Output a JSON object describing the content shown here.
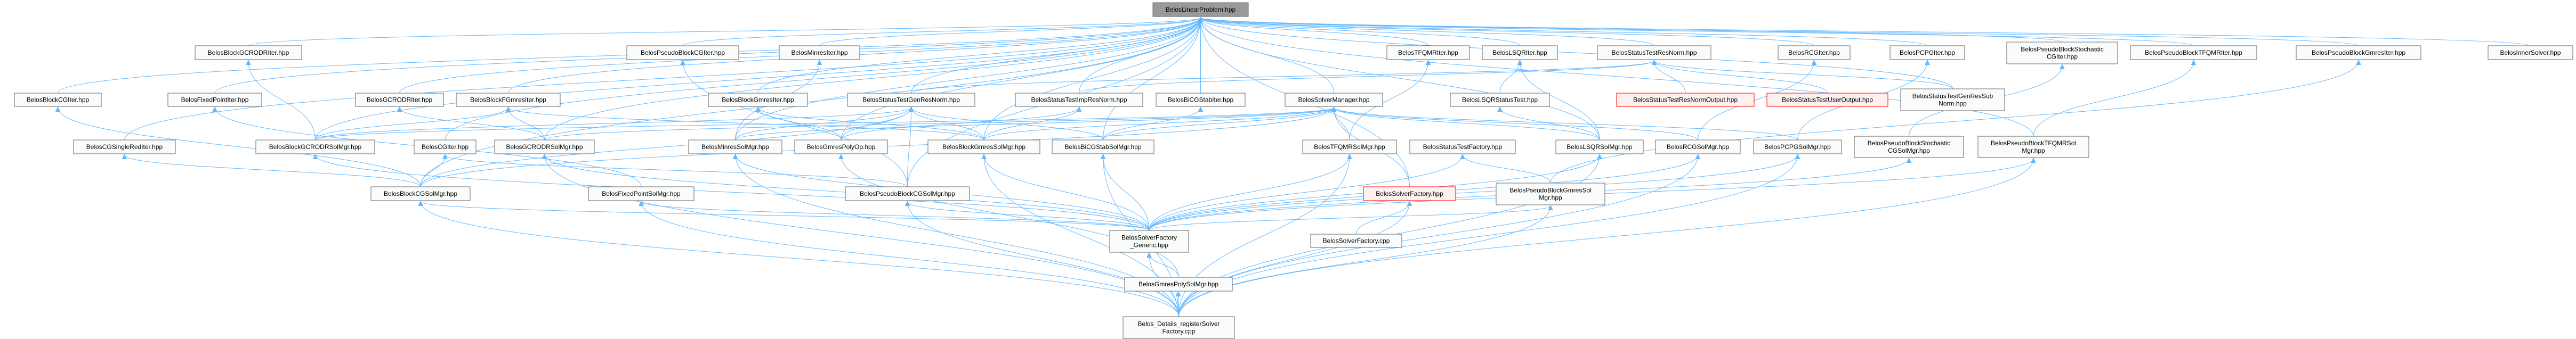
{
  "graph": {
    "root": "linear_problem",
    "colors": {
      "edge": "#63b8ff",
      "root_fill": "#999999",
      "node_fill": "#fafbfb",
      "node_border": "#666666",
      "missing_border": "#ff0000"
    },
    "nodes": {
      "linear_problem": {
        "lines": [
          "BelosLinearProblem.hpp"
        ],
        "style": "root"
      },
      "block_gcrodr_iter": {
        "lines": [
          "BelosBlockGCRODRIter.hpp"
        ]
      },
      "pseudo_block_cg_iter": {
        "lines": [
          "BelosPseudoBlockCGIter.hpp"
        ]
      },
      "minres_iter": {
        "lines": [
          "BelosMinresIter.hpp"
        ]
      },
      "tfqmr_iter": {
        "lines": [
          "BelosTFQMRIter.hpp"
        ]
      },
      "lsqr_iter": {
        "lines": [
          "BelosLSQRIter.hpp"
        ]
      },
      "status_test_res_norm": {
        "lines": [
          "BelosStatusTestResNorm.hpp"
        ]
      },
      "rcg_iter": {
        "lines": [
          "BelosRCGIter.hpp"
        ]
      },
      "pcpg_iter": {
        "lines": [
          "BelosPCPGIter.hpp"
        ]
      },
      "pseudo_block_stochastic_cg_iter": {
        "lines": [
          "BelosPseudoBlockStochastic",
          "CGIter.hpp"
        ]
      },
      "pseudo_block_tfqmr_iter": {
        "lines": [
          "BelosPseudoBlockTFQMRIter.hpp"
        ]
      },
      "pseudo_block_gmres_iter": {
        "lines": [
          "BelosPseudoBlockGmresIter.hpp"
        ]
      },
      "inner_solver": {
        "lines": [
          "BelosInnerSolver.hpp"
        ]
      },
      "block_cg_iter": {
        "lines": [
          "BelosBlockCGIter.hpp"
        ]
      },
      "fixed_point_iter": {
        "lines": [
          "BelosFixedPointIter.hpp"
        ]
      },
      "gcrodr_iter": {
        "lines": [
          "BelosGCRODRIter.hpp"
        ]
      },
      "block_fgmres_iter": {
        "lines": [
          "BelosBlockFGmresIter.hpp"
        ]
      },
      "block_gmres_iter": {
        "lines": [
          "BelosBlockGmresIter.hpp"
        ]
      },
      "status_test_gen_res_norm": {
        "lines": [
          "BelosStatusTestGenResNorm.hpp"
        ]
      },
      "status_test_imp_res_norm": {
        "lines": [
          "BelosStatusTestImpResNorm.hpp"
        ]
      },
      "bicgstab_iter": {
        "lines": [
          "BelosBiCGStabIter.hpp"
        ]
      },
      "solver_manager": {
        "lines": [
          "BelosSolverManager.hpp"
        ]
      },
      "lsqr_status_test": {
        "lines": [
          "BelosLSQRStatusTest.hpp"
        ]
      },
      "status_test_res_norm_output": {
        "lines": [
          "BelosStatusTestResNormOutput.hpp"
        ],
        "style": "red"
      },
      "status_test_user_output": {
        "lines": [
          "BelosStatusTestUserOutput.hpp"
        ],
        "style": "red"
      },
      "status_test_gen_res_sub_norm": {
        "lines": [
          "BelosStatusTestGenResSub",
          "Norm.hpp"
        ]
      },
      "cg_single_red_iter": {
        "lines": [
          "BelosCGSingleRedIter.hpp"
        ]
      },
      "block_gcrodr_sol_mgr": {
        "lines": [
          "BelosBlockGCRODRSolMgr.hpp"
        ]
      },
      "cg_iter": {
        "lines": [
          "BelosCGIter.hpp"
        ]
      },
      "gcrodr_sol_mgr": {
        "lines": [
          "BelosGCRODRSolMgr.hpp"
        ]
      },
      "minres_sol_mgr": {
        "lines": [
          "BelosMinresSolMgr.hpp"
        ]
      },
      "gmres_poly_op": {
        "lines": [
          "BelosGmresPolyOp.hpp"
        ]
      },
      "block_gmres_sol_mgr": {
        "lines": [
          "BelosBlockGmresSolMgr.hpp"
        ]
      },
      "bicgstab_sol_mgr": {
        "lines": [
          "BelosBiCGStabSolMgr.hpp"
        ]
      },
      "tfqmr_sol_mgr": {
        "lines": [
          "BelosTFQMRSolMgr.hpp"
        ]
      },
      "status_test_factory": {
        "lines": [
          "BelosStatusTestFactory.hpp"
        ]
      },
      "lsqr_sol_mgr": {
        "lines": [
          "BelosLSQRSolMgr.hpp"
        ]
      },
      "rcg_sol_mgr": {
        "lines": [
          "BelosRCGSolMgr.hpp"
        ]
      },
      "pcpg_sol_mgr": {
        "lines": [
          "BelosPCPGSolMgr.hpp"
        ]
      },
      "pseudo_block_stochastic_cg_sol_mgr": {
        "lines": [
          "BelosPseudoBlockStochastic",
          "CGSolMgr.hpp"
        ]
      },
      "pseudo_block_tfqmr_sol_mgr": {
        "lines": [
          "BelosPseudoBlockTFQMRSol",
          "Mgr.hpp"
        ]
      },
      "block_cg_sol_mgr": {
        "lines": [
          "BelosBlockCGSolMgr.hpp"
        ]
      },
      "fixed_point_sol_mgr": {
        "lines": [
          "BelosFixedPointSolMgr.hpp"
        ]
      },
      "pseudo_block_cg_sol_mgr": {
        "lines": [
          "BelosPseudoBlockCGSolMgr.hpp"
        ]
      },
      "solver_factory_hpp": {
        "lines": [
          "BelosSolverFactory.hpp"
        ],
        "style": "red"
      },
      "pseudo_block_gmres_sol_mgr": {
        "lines": [
          "BelosPseudoBlockGmresSol",
          "Mgr.hpp"
        ]
      },
      "solver_factory_generic": {
        "lines": [
          "BelosSolverFactory",
          "_Generic.hpp"
        ]
      },
      "solver_factory_cpp": {
        "lines": [
          "BelosSolverFactory.cpp"
        ]
      },
      "gmres_poly_sol_mgr": {
        "lines": [
          "BelosGmresPolySolMgr.hpp"
        ]
      },
      "details_register": {
        "lines": [
          "Belos_Details_registerSolver",
          "Factory.cpp"
        ]
      }
    },
    "edges": [
      [
        "block_gcrodr_iter",
        "linear_problem"
      ],
      [
        "pseudo_block_cg_iter",
        "linear_problem"
      ],
      [
        "minres_iter",
        "linear_problem"
      ],
      [
        "tfqmr_iter",
        "linear_problem"
      ],
      [
        "lsqr_iter",
        "linear_problem"
      ],
      [
        "status_test_res_norm",
        "linear_problem"
      ],
      [
        "rcg_iter",
        "linear_problem"
      ],
      [
        "pcpg_iter",
        "linear_problem"
      ],
      [
        "pseudo_block_stochastic_cg_iter",
        "linear_problem"
      ],
      [
        "pseudo_block_tfqmr_iter",
        "linear_problem"
      ],
      [
        "pseudo_block_gmres_iter",
        "linear_problem"
      ],
      [
        "inner_solver",
        "linear_problem"
      ],
      [
        "block_cg_iter",
        "linear_problem"
      ],
      [
        "fixed_point_iter",
        "linear_problem"
      ],
      [
        "gcrodr_iter",
        "linear_problem"
      ],
      [
        "block_fgmres_iter",
        "linear_problem"
      ],
      [
        "block_gmres_iter",
        "linear_problem"
      ],
      [
        "status_test_gen_res_norm",
        "linear_problem"
      ],
      [
        "status_test_imp_res_norm",
        "linear_problem"
      ],
      [
        "bicgstab_iter",
        "linear_problem"
      ],
      [
        "solver_manager",
        "linear_problem"
      ],
      [
        "status_test_gen_res_sub_norm",
        "linear_problem"
      ],
      [
        "cg_single_red_iter",
        "linear_problem"
      ],
      [
        "block_gcrodr_sol_mgr",
        "linear_problem"
      ],
      [
        "cg_iter",
        "linear_problem"
      ],
      [
        "gcrodr_sol_mgr",
        "linear_problem"
      ],
      [
        "minres_sol_mgr",
        "linear_problem"
      ],
      [
        "gmres_poly_op",
        "linear_problem"
      ],
      [
        "block_gmres_sol_mgr",
        "linear_problem"
      ],
      [
        "bicgstab_sol_mgr",
        "linear_problem"
      ],
      [
        "lsqr_sol_mgr",
        "linear_problem"
      ],
      [
        "block_cg_sol_mgr",
        "linear_problem"
      ],
      [
        "pseudo_block_cg_sol_mgr",
        "linear_problem"
      ],
      [
        "pseudo_block_tfqmr_sol_mgr",
        "linear_problem"
      ],
      [
        "block_gcrodr_sol_mgr",
        "block_gcrodr_iter"
      ],
      [
        "block_gcrodr_sol_mgr",
        "block_fgmres_iter"
      ],
      [
        "block_gcrodr_sol_mgr",
        "status_test_gen_res_norm"
      ],
      [
        "block_cg_sol_mgr",
        "block_cg_iter"
      ],
      [
        "block_cg_sol_mgr",
        "cg_single_red_iter"
      ],
      [
        "block_cg_sol_mgr",
        "cg_iter"
      ],
      [
        "block_cg_sol_mgr",
        "status_test_gen_res_norm"
      ],
      [
        "gcrodr_sol_mgr",
        "gcrodr_iter"
      ],
      [
        "gcrodr_sol_mgr",
        "block_fgmres_iter"
      ],
      [
        "fixed_point_sol_mgr",
        "fixed_point_iter"
      ],
      [
        "pseudo_block_cg_sol_mgr",
        "pseudo_block_cg_iter"
      ],
      [
        "pseudo_block_cg_sol_mgr",
        "cg_iter"
      ],
      [
        "pseudo_block_cg_sol_mgr",
        "status_test_gen_res_norm"
      ],
      [
        "minres_sol_mgr",
        "minres_iter"
      ],
      [
        "minres_sol_mgr",
        "status_test_gen_res_norm"
      ],
      [
        "gmres_poly_op",
        "block_gmres_iter"
      ],
      [
        "gmres_poly_op",
        "status_test_gen_res_norm"
      ],
      [
        "gmres_poly_op",
        "status_test_imp_res_norm"
      ],
      [
        "block_gmres_sol_mgr",
        "block_gmres_iter"
      ],
      [
        "block_gmres_sol_mgr",
        "block_fgmres_iter"
      ],
      [
        "block_gmres_sol_mgr",
        "status_test_gen_res_norm"
      ],
      [
        "block_gmres_sol_mgr",
        "status_test_imp_res_norm"
      ],
      [
        "bicgstab_sol_mgr",
        "bicgstab_iter"
      ],
      [
        "bicgstab_sol_mgr",
        "status_test_gen_res_norm"
      ],
      [
        "tfqmr_sol_mgr",
        "tfqmr_iter"
      ],
      [
        "tfqmr_sol_mgr",
        "solver_manager"
      ],
      [
        "lsqr_sol_mgr",
        "lsqr_iter"
      ],
      [
        "lsqr_sol_mgr",
        "lsqr_status_test"
      ],
      [
        "lsqr_status_test",
        "lsqr_iter"
      ],
      [
        "rcg_sol_mgr",
        "rcg_iter"
      ],
      [
        "pcpg_sol_mgr",
        "pcpg_iter"
      ],
      [
        "pseudo_block_stochastic_cg_sol_mgr",
        "pseudo_block_stochastic_cg_iter"
      ],
      [
        "pseudo_block_tfqmr_sol_mgr",
        "pseudo_block_tfqmr_iter"
      ],
      [
        "pseudo_block_gmres_sol_mgr",
        "pseudo_block_gmres_iter"
      ],
      [
        "pseudo_block_gmres_sol_mgr",
        "status_test_factory"
      ],
      [
        "status_test_res_norm_output",
        "status_test_res_norm"
      ],
      [
        "status_test_user_output",
        "status_test_res_norm"
      ],
      [
        "status_test_gen_res_norm",
        "status_test_res_norm"
      ],
      [
        "status_test_imp_res_norm",
        "status_test_res_norm"
      ],
      [
        "status_test_gen_res_sub_norm",
        "status_test_res_norm"
      ],
      [
        "block_gcrodr_sol_mgr",
        "solver_manager"
      ],
      [
        "block_cg_sol_mgr",
        "solver_manager"
      ],
      [
        "gcrodr_sol_mgr",
        "solver_manager"
      ],
      [
        "minres_sol_mgr",
        "solver_manager"
      ],
      [
        "block_gmres_sol_mgr",
        "solver_manager"
      ],
      [
        "bicgstab_sol_mgr",
        "solver_manager"
      ],
      [
        "lsqr_sol_mgr",
        "solver_manager"
      ],
      [
        "rcg_sol_mgr",
        "solver_manager"
      ],
      [
        "pcpg_sol_mgr",
        "solver_manager"
      ],
      [
        "solver_factory_generic",
        "block_cg_sol_mgr"
      ],
      [
        "solver_factory_generic",
        "fixed_point_sol_mgr"
      ],
      [
        "solver_factory_generic",
        "pseudo_block_cg_sol_mgr"
      ],
      [
        "solver_factory_generic",
        "minres_sol_mgr"
      ],
      [
        "solver_factory_generic",
        "block_gmres_sol_mgr"
      ],
      [
        "solver_factory_generic",
        "bicgstab_sol_mgr"
      ],
      [
        "solver_factory_generic",
        "gcrodr_sol_mgr"
      ],
      [
        "solver_factory_generic",
        "tfqmr_sol_mgr"
      ],
      [
        "solver_factory_generic",
        "lsqr_sol_mgr"
      ],
      [
        "solver_factory_generic",
        "rcg_sol_mgr"
      ],
      [
        "solver_factory_generic",
        "pcpg_sol_mgr"
      ],
      [
        "solver_factory_generic",
        "pseudo_block_gmres_sol_mgr"
      ],
      [
        "solver_factory_generic",
        "pseudo_block_stochastic_cg_sol_mgr"
      ],
      [
        "solver_factory_generic",
        "pseudo_block_tfqmr_sol_mgr"
      ],
      [
        "solver_factory_generic",
        "block_gcrodr_sol_mgr"
      ],
      [
        "solver_factory_generic",
        "status_test_factory"
      ],
      [
        "gmres_poly_sol_mgr",
        "gmres_poly_op"
      ],
      [
        "gmres_poly_sol_mgr",
        "solver_factory_generic"
      ],
      [
        "details_register",
        "gmres_poly_sol_mgr"
      ],
      [
        "details_register",
        "solver_factory_hpp"
      ],
      [
        "details_register",
        "block_cg_sol_mgr"
      ],
      [
        "details_register",
        "fixed_point_sol_mgr"
      ],
      [
        "details_register",
        "pseudo_block_cg_sol_mgr"
      ],
      [
        "details_register",
        "minres_sol_mgr"
      ],
      [
        "details_register",
        "block_gmres_sol_mgr"
      ],
      [
        "details_register",
        "bicgstab_sol_mgr"
      ],
      [
        "details_register",
        "gcrodr_sol_mgr"
      ],
      [
        "details_register",
        "tfqmr_sol_mgr"
      ],
      [
        "details_register",
        "lsqr_sol_mgr"
      ],
      [
        "details_register",
        "rcg_sol_mgr"
      ],
      [
        "details_register",
        "pcpg_sol_mgr"
      ],
      [
        "details_register",
        "pseudo_block_gmres_sol_mgr"
      ],
      [
        "details_register",
        "pseudo_block_tfqmr_sol_mgr"
      ],
      [
        "details_register",
        "solver_factory_generic"
      ],
      [
        "solver_factory_cpp",
        "solver_factory_hpp"
      ],
      [
        "solver_factory_hpp",
        "solver_manager"
      ],
      [
        "solver_factory_hpp",
        "linear_problem"
      ]
    ]
  }
}
